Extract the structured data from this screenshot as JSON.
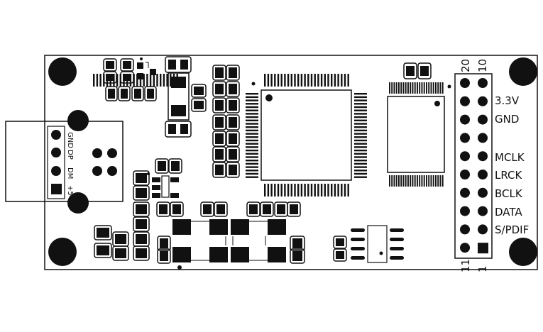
{
  "usb_labels": [
    "GND",
    "DP",
    "DM",
    "+5"
  ],
  "header": {
    "top_numbers": [
      "20",
      "10"
    ],
    "bottom_numbers": [
      "11",
      "1"
    ],
    "signals": [
      "3.3V",
      "GND",
      "",
      "MCLK",
      "LRCK",
      "BCLK",
      "DATA",
      "S/PDIF",
      ""
    ]
  },
  "colors": {
    "ink": "#111111",
    "paper": "#ffffff"
  }
}
